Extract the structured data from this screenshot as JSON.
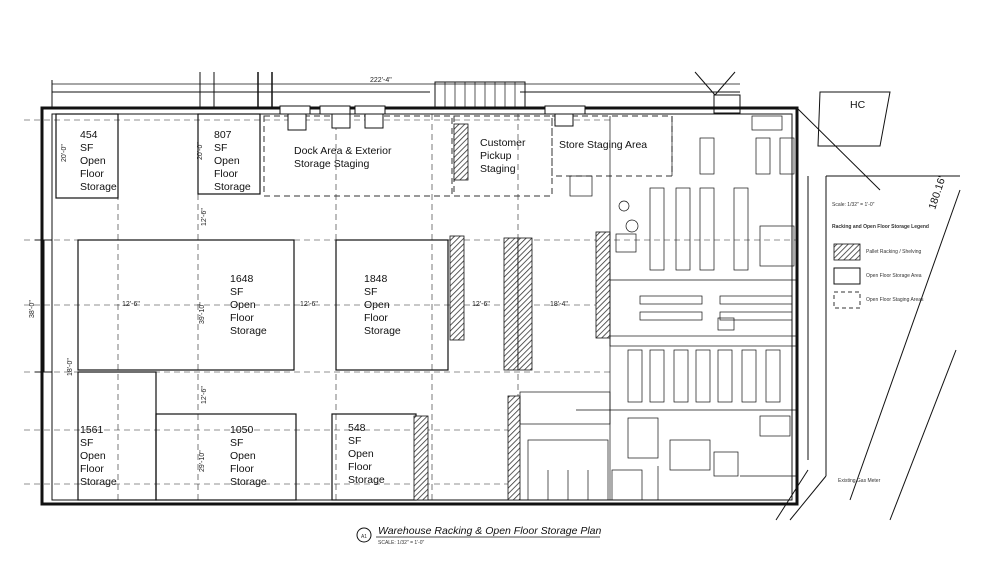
{
  "plan_title": "Warehouse Racking & Open Floor Storage Plan",
  "plan_subtitle": "SCALE: 1/32\" = 1'-0\"",
  "plan_number": "A1",
  "overall_dimension": "222'-4\"",
  "side_dimension": "180.16'",
  "hc_label": "HC",
  "gas_meter_label": "Existing Gas Meter",
  "legend": {
    "scale_note": "Scale: 1/32\" = 1'-0\"",
    "title": "Racking and Open Floor Storage Legend",
    "items": [
      {
        "label": "Pallet Racking / Shelving"
      },
      {
        "label": "Open Floor Storage Area"
      },
      {
        "label": "Open Floor Staging Areas"
      }
    ]
  },
  "areas": [
    {
      "id": "a454",
      "lines": [
        "454",
        "SF",
        "Open",
        "Floor",
        "Storage"
      ]
    },
    {
      "id": "a807",
      "lines": [
        "807",
        "SF",
        "Open",
        "Floor",
        "Storage"
      ]
    },
    {
      "id": "dock",
      "lines": [
        "Dock Area & Exterior",
        "Storage Staging"
      ]
    },
    {
      "id": "pickup",
      "lines": [
        "Customer",
        "Pickup",
        "Staging"
      ]
    },
    {
      "id": "store",
      "lines": [
        "Store Staging Area"
      ]
    },
    {
      "id": "a1648",
      "lines": [
        "1648",
        "SF",
        "Open",
        "Floor",
        "Storage"
      ]
    },
    {
      "id": "a1848",
      "lines": [
        "1848",
        "SF",
        "Open",
        "Floor",
        "Storage"
      ]
    },
    {
      "id": "a1561",
      "lines": [
        "1561",
        "SF",
        "Open",
        "Floor",
        "Storage"
      ]
    },
    {
      "id": "a1050",
      "lines": [
        "1050",
        "SF",
        "Open",
        "Floor",
        "Storage"
      ]
    },
    {
      "id": "a548",
      "lines": [
        "548",
        "SF",
        "Open",
        "Floor",
        "Storage"
      ]
    }
  ],
  "dimensions": [
    {
      "id": "d1",
      "text": "20'-0\""
    },
    {
      "id": "d2",
      "text": "20'-0\""
    },
    {
      "id": "d3",
      "text": "12'-6\""
    },
    {
      "id": "d4",
      "text": "12'-6\""
    },
    {
      "id": "d5",
      "text": "39'-10\""
    },
    {
      "id": "d6",
      "text": "12'-6\""
    },
    {
      "id": "d7",
      "text": "12'-6\""
    },
    {
      "id": "d8",
      "text": "18'-4\""
    },
    {
      "id": "d9",
      "text": "12'-6\""
    },
    {
      "id": "d10",
      "text": "29'-10\""
    },
    {
      "id": "d11",
      "text": "38'-0\""
    },
    {
      "id": "d12",
      "text": "18'-0\""
    }
  ]
}
